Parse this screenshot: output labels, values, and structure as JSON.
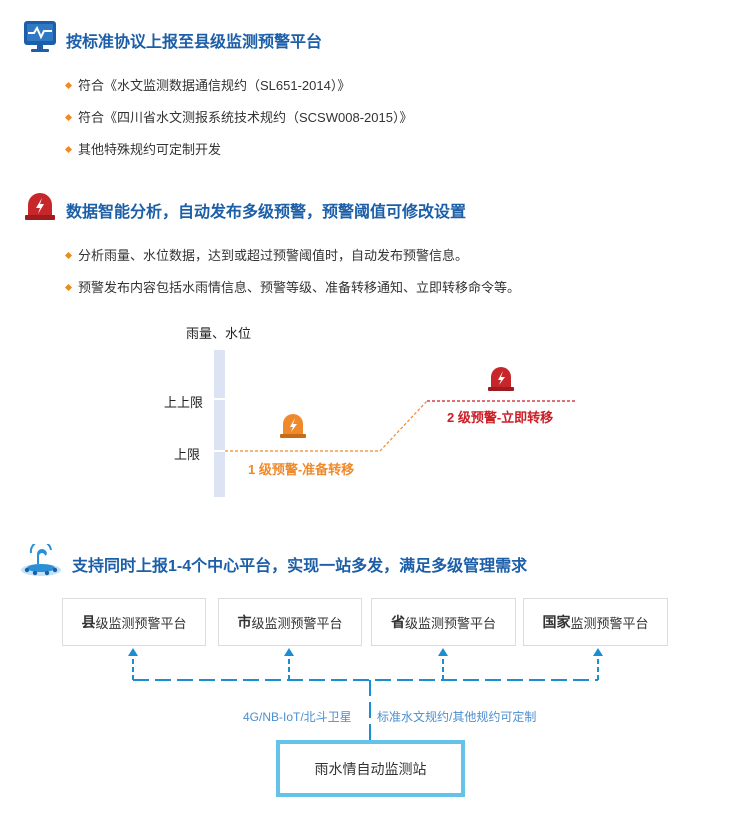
{
  "colors": {
    "title": "#1c5fa8",
    "accent_orange": "#f08a24",
    "alarm_red": "#c7262b",
    "chart_level1": "#ef8a2c",
    "chart_level2": "#cc1c24",
    "axis_bar": "#dce4f4",
    "dash_blue": "#1b8dd1",
    "station_border": "#65c3ea",
    "channel_text": "#4b8fcf"
  },
  "section1": {
    "icon": "monitor-network-icon",
    "title": "按标准协议上报至县级监测预警平台",
    "bullets": [
      "符合《水文监测数据通信规约（SL651-2014）》",
      "符合《四川省水文测报系统技术规约（SCSW008-2015）》",
      "其他特殊规约可定制开发"
    ]
  },
  "section2": {
    "icon": "alarm-light-icon",
    "title": "数据智能分析，自动发布多级预警，预警阈值可修改设置",
    "bullets": [
      "分析雨量、水位数据，达到或超过预警阈值时，自动发布预警信息。",
      "预警发布内容包括水雨情信息、预警等级、准备转移通知、立即转移命令等。"
    ]
  },
  "warning_chart": {
    "axis_title": "雨量、水位",
    "upper_upper_limit": "上上限",
    "upper_limit": "上限",
    "level1_label": "1 级预警-准备转移",
    "level2_label": "2 级预警-立即转移"
  },
  "section3": {
    "icon": "multi-center-cloud-icon",
    "title": "支持同时上报1-4个中心平台，实现一站多发，满足多级管理需求",
    "platforms": [
      {
        "first": "县",
        "rest": "级监测预警平台"
      },
      {
        "first": "市",
        "rest": "级监测预警平台"
      },
      {
        "first": "省",
        "rest": "级监测预警平台"
      },
      {
        "first": "国家",
        "rest": "监测预警平台"
      }
    ],
    "channel_left": "4G/NB-IoT/北斗卫星",
    "channel_right": "标准水文规约/其他规约可定制",
    "station": "雨水情自动监测站"
  }
}
